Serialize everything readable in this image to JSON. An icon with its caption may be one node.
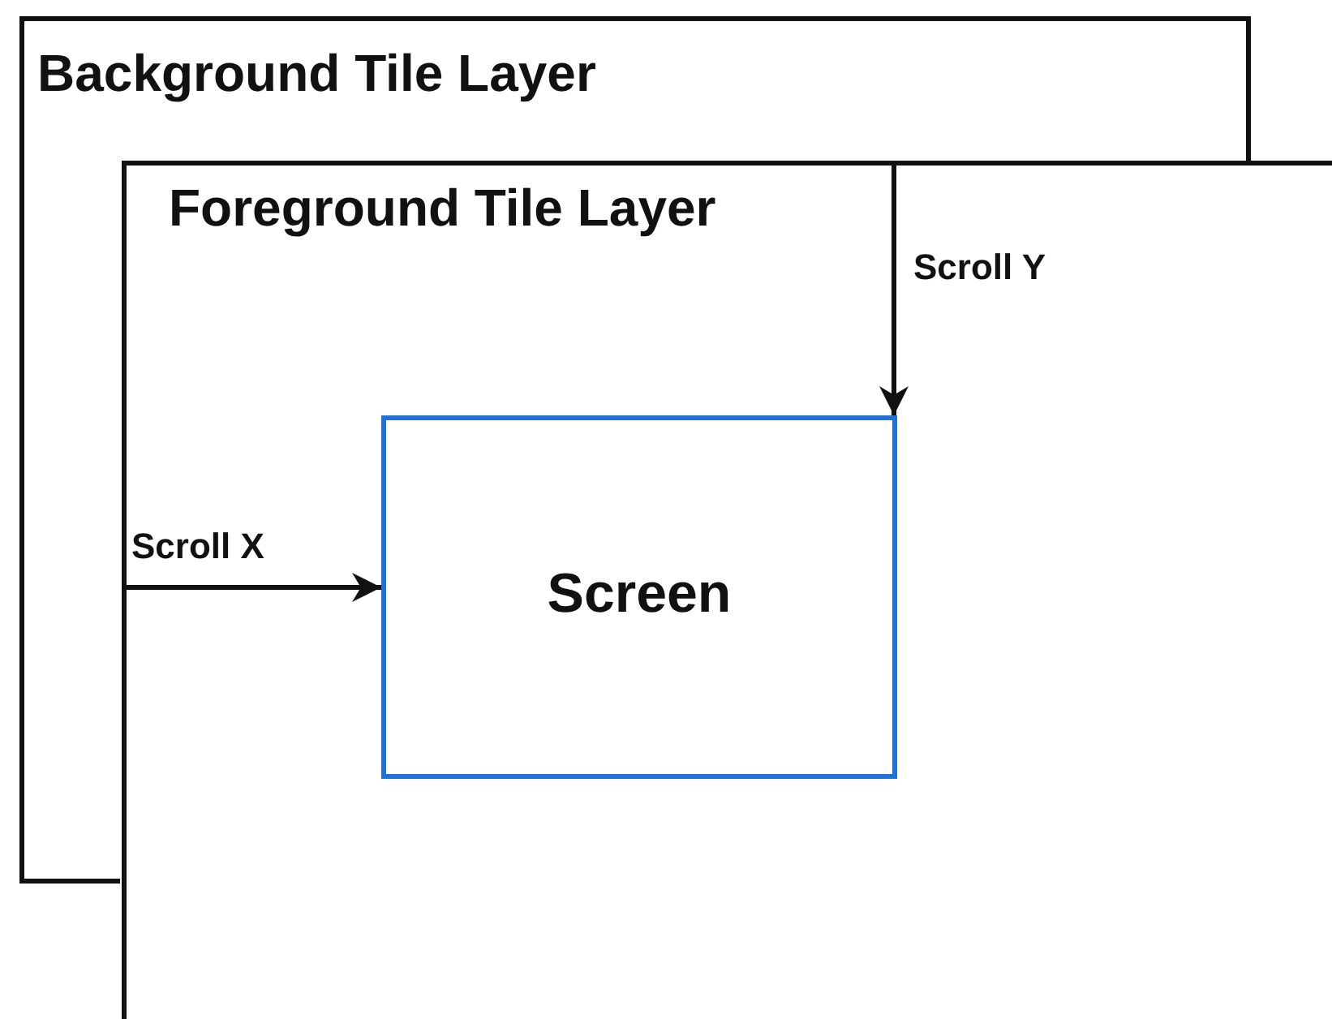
{
  "diagram": {
    "nodes": [
      {
        "text": [
          "Background Tile Layer"
        ]
      },
      {
        "text": [
          "Foreground Tile Layer"
        ]
      },
      {
        "text": [
          "Screen"
        ],
        "in": 1
      }
    ],
    "edges": [
      {
        "from": 1,
        "to": 2,
        "arrow": "to",
        "label": "Scroll Y"
      },
      {
        "from": 1,
        "to": 2,
        "arrow": "to",
        "label": "Scroll X"
      }
    ]
  }
}
